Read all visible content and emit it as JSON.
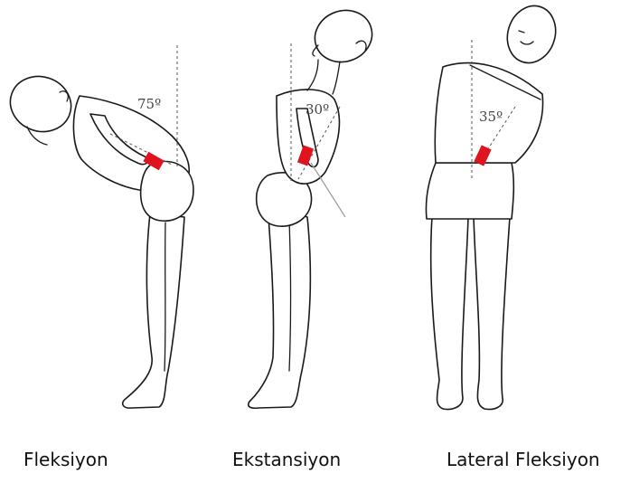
{
  "colors": {
    "sensor": "#e0141e",
    "outline": "#1a1a1a",
    "reference_line": "#555555"
  },
  "figures": [
    {
      "caption": "Fleksiyon",
      "angle_label": "75º",
      "angle_deg": 75,
      "icon": "forward-bend-figure-icon"
    },
    {
      "caption": "Ekstansiyon",
      "angle_label": "30º",
      "angle_deg": 30,
      "icon": "backward-bend-figure-icon"
    },
    {
      "caption": "Lateral Fleksiyon",
      "angle_label": "35º",
      "angle_deg": 35,
      "icon": "side-bend-figure-icon"
    }
  ]
}
